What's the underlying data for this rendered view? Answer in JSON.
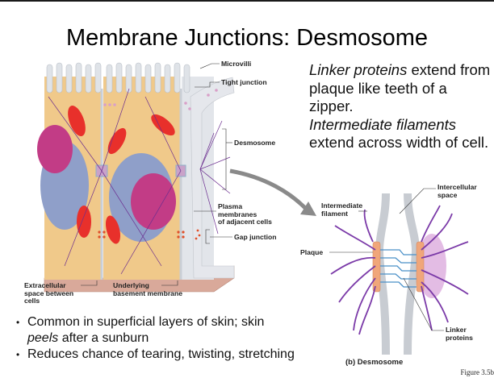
{
  "slide": {
    "title": "Membrane Junctions: Desmosome",
    "description": {
      "line1_italic": "Linker proteins",
      "line1_rest": " extend from plaque like teeth of a zipper.",
      "line2_italic": "Intermediate filaments",
      "line2_rest": " extend across width of cell."
    },
    "bullets": [
      {
        "text_before": "Common in superficial layers of skin; skin ",
        "text_italic": "peels",
        "text_after": " after a sunburn"
      },
      {
        "text_before": "Reduces chance of tearing, twisting, stretching",
        "text_italic": "",
        "text_after": ""
      }
    ],
    "figure_ref": "Figure 3.5b"
  },
  "diagram_a": {
    "labels": {
      "microvilli": "Microvilli",
      "tight_junction": "Tight junction",
      "desmosome": "Desmosome",
      "plasma_membranes": [
        "Plasma",
        "membranes",
        "of adjacent cells"
      ],
      "gap_junction": "Gap junction",
      "extracellular": [
        "Extracellular",
        "space between",
        "cells"
      ],
      "basement": [
        "Underlying",
        "basement membrane"
      ]
    },
    "colors": {
      "cytoplasm": "#f0c98a",
      "membrane": "#d8dde3",
      "mitochondria": "#e8302b",
      "nucleus": "#c23c86",
      "er": "#8f9fc9",
      "filament": "#6b2d8f",
      "basement": "#d9a99a"
    }
  },
  "diagram_b": {
    "caption": "(b) Desmosome",
    "labels": {
      "intercellular_space": [
        "Intercellular",
        "space"
      ],
      "intermediate_filament": [
        "Intermediate",
        "filament"
      ],
      "plaque": "Plaque",
      "linker_proteins": [
        "Linker",
        "proteins"
      ]
    },
    "colors": {
      "plaque": "#f0a67a",
      "linker": "#4a90c8",
      "filament": "#7b3aa8",
      "membrane": "#c8ccd2"
    }
  }
}
